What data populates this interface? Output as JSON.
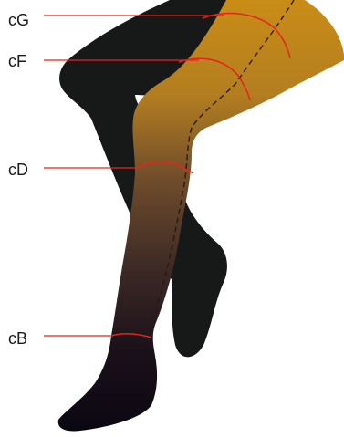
{
  "labels": {
    "g": "cG",
    "f": "cF",
    "d": "cD",
    "b": "cB"
  },
  "colors": {
    "measure_line": "#e8231c",
    "back_leg": "#171918",
    "front_leg_top": "#c68a18",
    "front_leg_mid": "#6b4a2a",
    "front_leg_bottom": "#0c0812",
    "seam": "#2a1a0a"
  }
}
